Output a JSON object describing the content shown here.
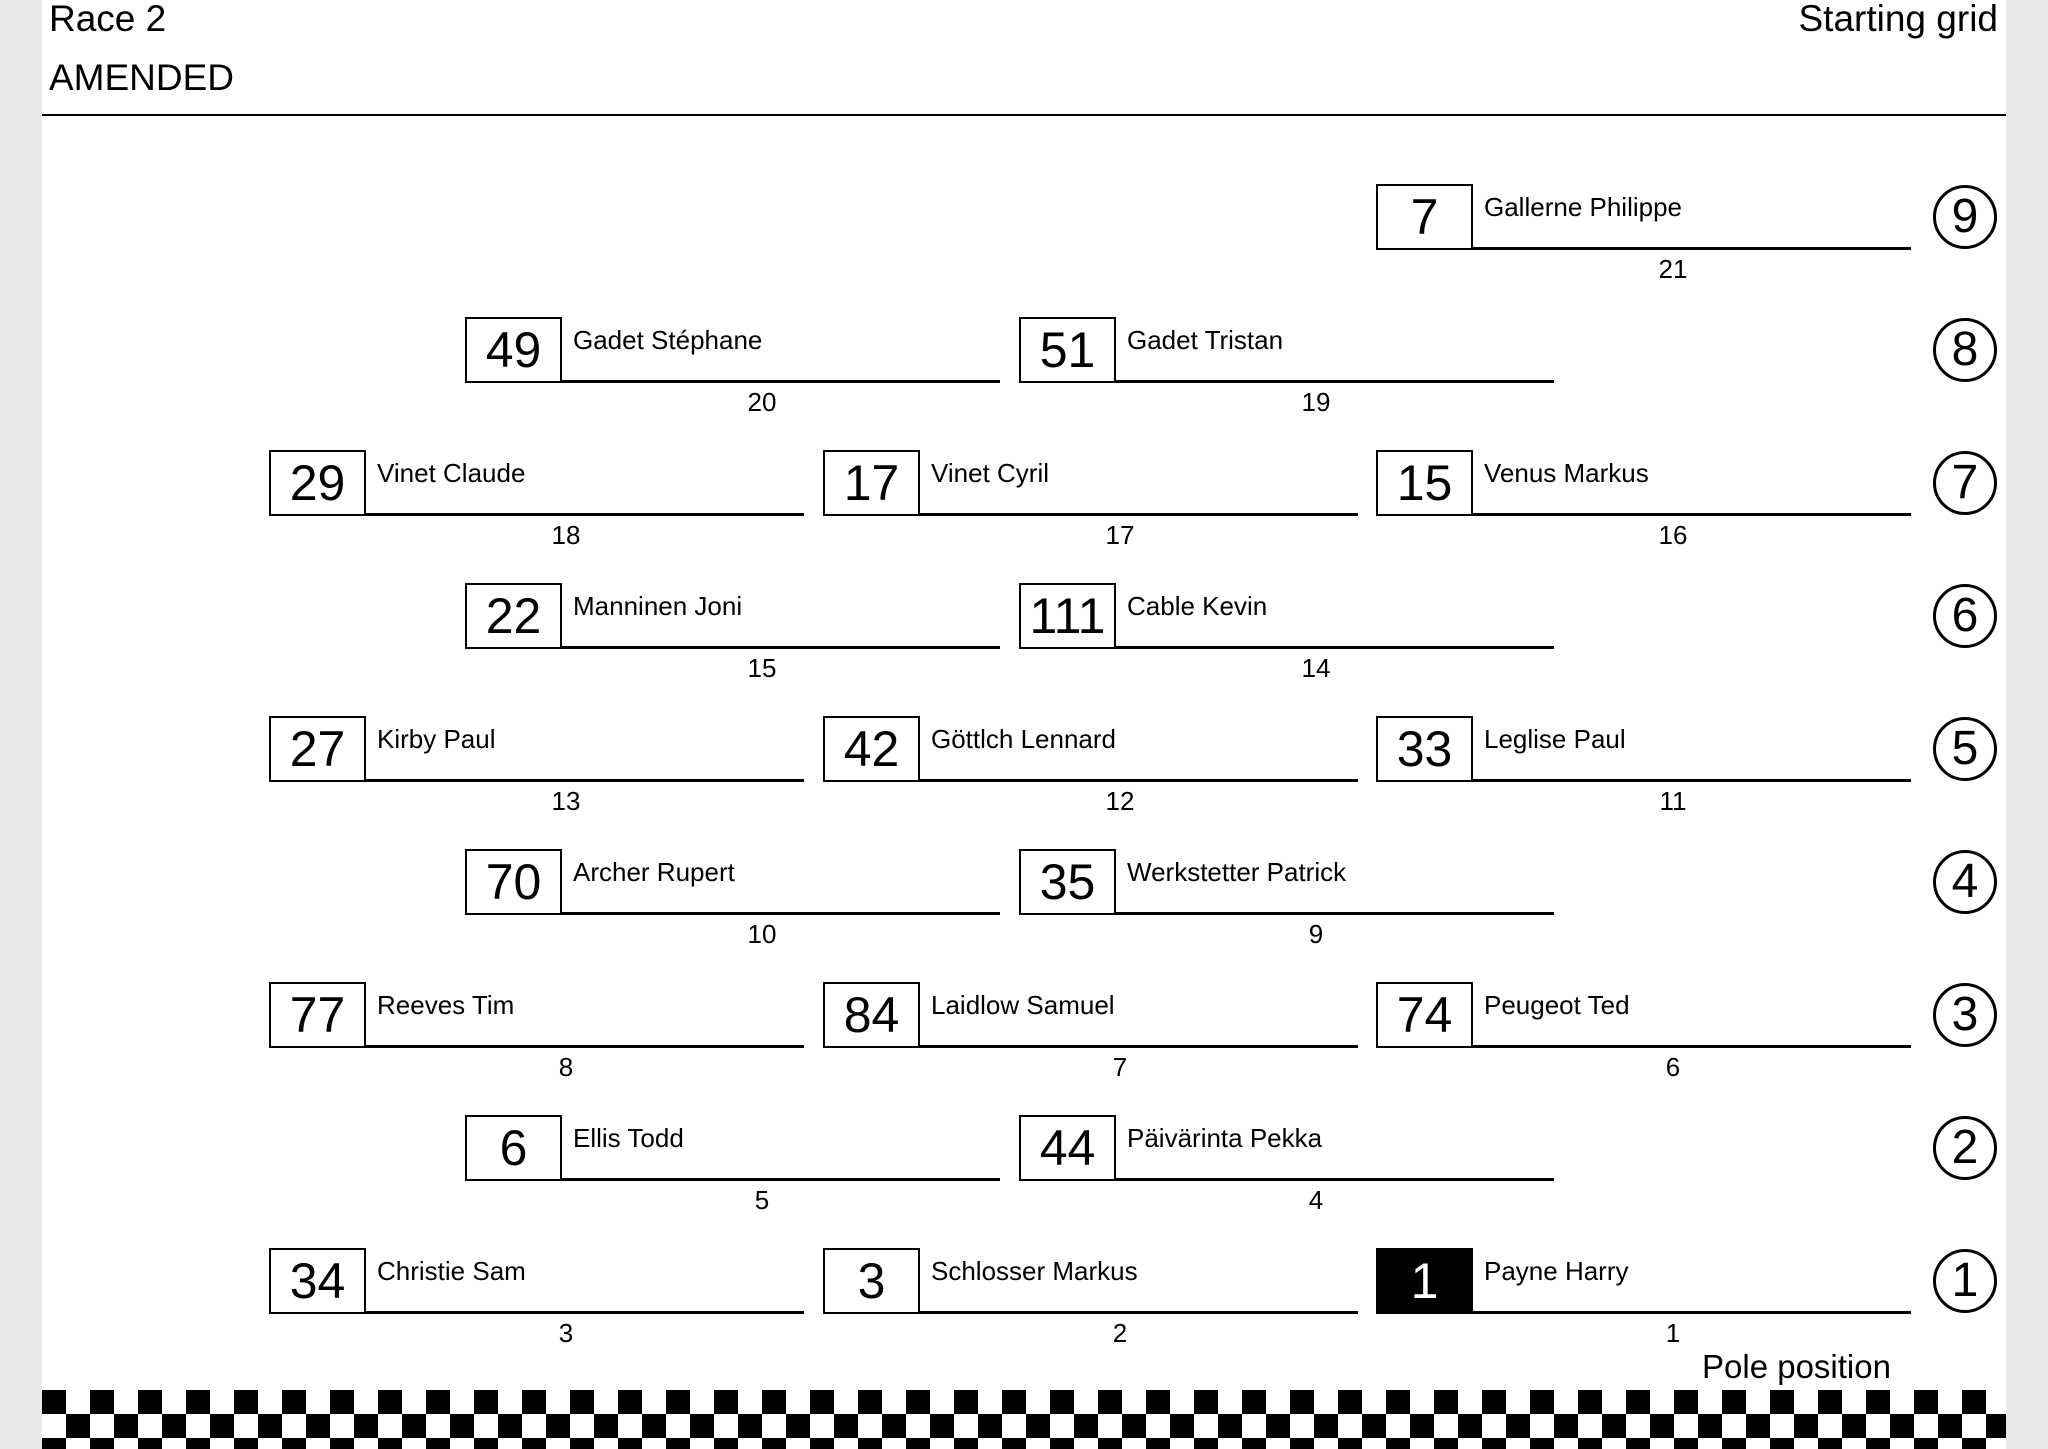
{
  "header": {
    "title": "Race 2",
    "status": "AMENDED",
    "doc_type": "Starting grid"
  },
  "grid": [
    {
      "number": "7",
      "driver": "Gallerne Philippe",
      "position": "21",
      "pole": false
    },
    {
      "number": "49",
      "driver": "Gadet Stéphane",
      "position": "20",
      "pole": false
    },
    {
      "number": "51",
      "driver": "Gadet Tristan",
      "position": "19",
      "pole": false
    },
    {
      "number": "29",
      "driver": "Vinet Claude",
      "position": "18",
      "pole": false
    },
    {
      "number": "17",
      "driver": "Vinet Cyril",
      "position": "17",
      "pole": false
    },
    {
      "number": "15",
      "driver": "Venus Markus",
      "position": "16",
      "pole": false
    },
    {
      "number": "22",
      "driver": "Manninen Joni",
      "position": "15",
      "pole": false
    },
    {
      "number": "111",
      "driver": "Cable Kevin",
      "position": "14",
      "pole": false
    },
    {
      "number": "27",
      "driver": "Kirby Paul",
      "position": "13",
      "pole": false
    },
    {
      "number": "42",
      "driver": "Göttlch Lennard",
      "position": "12",
      "pole": false
    },
    {
      "number": "33",
      "driver": "Leglise Paul",
      "position": "11",
      "pole": false
    },
    {
      "number": "70",
      "driver": "Archer Rupert",
      "position": "10",
      "pole": false
    },
    {
      "number": "35",
      "driver": "Werkstetter Patrick",
      "position": "9",
      "pole": false
    },
    {
      "number": "77",
      "driver": "Reeves Tim",
      "position": "8",
      "pole": false
    },
    {
      "number": "84",
      "driver": "Laidlow Samuel",
      "position": "7",
      "pole": false
    },
    {
      "number": "74",
      "driver": "Peugeot Ted",
      "position": "6",
      "pole": false
    },
    {
      "number": "6",
      "driver": "Ellis Todd",
      "position": "5",
      "pole": false
    },
    {
      "number": "44",
      "driver": "Päivärinta Pekka",
      "position": "4",
      "pole": false
    },
    {
      "number": "34",
      "driver": "Christie Sam",
      "position": "3",
      "pole": false
    },
    {
      "number": "3",
      "driver": "Schlosser Markus",
      "position": "2",
      "pole": false
    },
    {
      "number": "1",
      "driver": "Payne Harry",
      "position": "1",
      "pole": true
    }
  ],
  "row_markers": [
    "9",
    "8",
    "7",
    "6",
    "5",
    "4",
    "3",
    "2",
    "1"
  ],
  "footer": {
    "pole_label": "Pole position"
  }
}
